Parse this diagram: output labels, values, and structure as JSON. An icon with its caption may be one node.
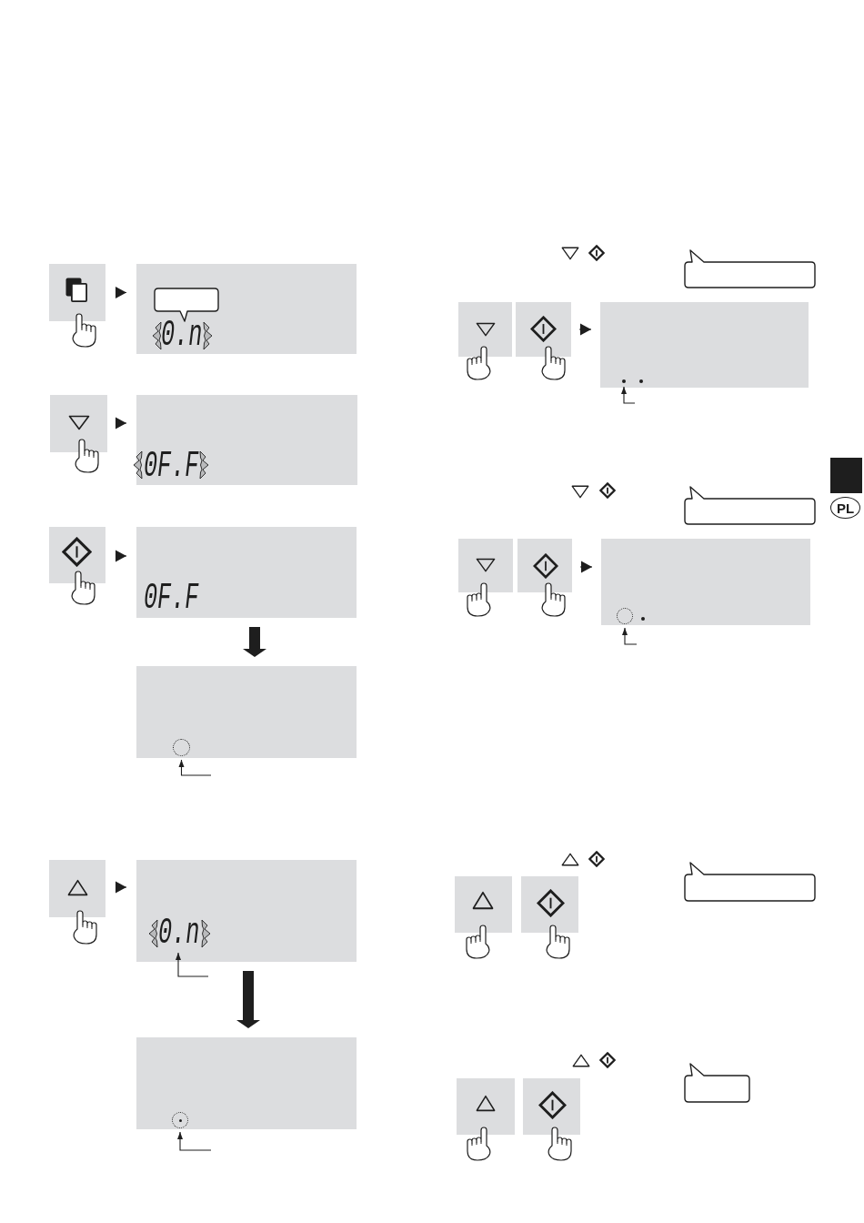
{
  "diagram": {
    "nodes": [
      {
        "text": [],
        "shape": "box"
      },
      {
        "text": [
          "0.n"
        ]
      },
      {
        "text": [],
        "shape": "callout",
        "in": 1
      },
      {
        "text": [],
        "shape": "box"
      },
      {
        "text": [
          "0F.F"
        ]
      },
      {
        "text": [],
        "shape": "box"
      },
      {
        "text": [
          "0F.F"
        ]
      },
      {
        "text": [],
        "shape": "box"
      },
      {
        "text": [],
        "shape": "circle",
        "in": 7
      },
      {
        "text": [],
        "shape": "box"
      },
      {
        "text": [
          "0.n"
        ]
      },
      {
        "text": [],
        "shape": "box"
      },
      {
        "text": [],
        "shape": "circle",
        "in": 11
      },
      {
        "text": [],
        "shape": "callout"
      },
      {
        "text": [],
        "shape": "box"
      },
      {
        "text": [],
        "shape": "box"
      },
      {
        "text": [],
        "shape": "box"
      },
      {
        "text": [],
        "shape": "dot",
        "in": 16
      },
      {
        "text": [],
        "shape": "callout"
      },
      {
        "text": [],
        "shape": "box"
      },
      {
        "text": [],
        "shape": "box"
      },
      {
        "text": [],
        "shape": "box"
      },
      {
        "text": [],
        "shape": "circle",
        "in": 21
      },
      {
        "text": [],
        "shape": "callout"
      },
      {
        "text": [],
        "shape": "box"
      },
      {
        "text": [],
        "shape": "box"
      },
      {
        "text": [],
        "shape": "callout"
      },
      {
        "text": [],
        "shape": "box"
      },
      {
        "text": [],
        "shape": "box"
      },
      {
        "text": [
          "PL"
        ]
      }
    ],
    "edges": [
      {
        "from": 0,
        "to": 1,
        "arrow": "to"
      },
      {
        "from": 3,
        "to": 4,
        "arrow": "to"
      },
      {
        "from": 5,
        "to": 6,
        "arrow": "to"
      },
      {
        "from": 6,
        "to": 7,
        "arrow": "to",
        "style": "thick"
      },
      {
        "from": null,
        "to": 8,
        "arrow": "to"
      },
      {
        "from": 9,
        "to": 10,
        "arrow": "to"
      },
      {
        "from": null,
        "to": 10,
        "arrow": "to"
      },
      {
        "from": 10,
        "to": 11,
        "arrow": "to",
        "style": "thick"
      },
      {
        "from": null,
        "to": 12,
        "arrow": "to"
      },
      {
        "from": 15,
        "to": 16,
        "arrow": "to"
      },
      {
        "from": null,
        "to": 17,
        "arrow": "to"
      },
      {
        "from": 20,
        "to": 21,
        "arrow": "to"
      },
      {
        "from": null,
        "to": 22,
        "arrow": "to"
      }
    ]
  }
}
